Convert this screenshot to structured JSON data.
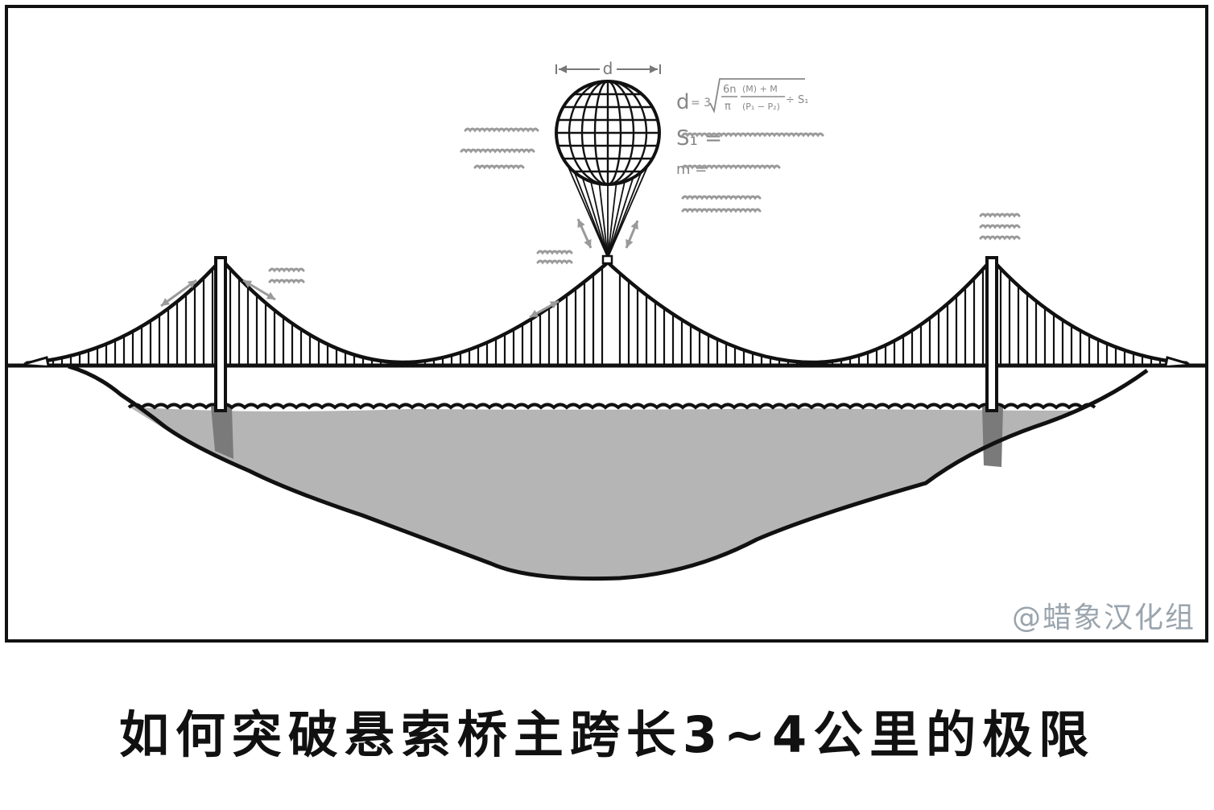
{
  "illustration": {
    "dimension_label": "d",
    "formula": {
      "lhs": "d",
      "prefix": "= 3",
      "numerator": "6n",
      "denominator": "π",
      "fraction_top": "(M) + M",
      "fraction_bottom": "(P₁ − P₂)",
      "suffix": "÷ S₁"
    },
    "s_label": "S₁ =",
    "m_label": "m ="
  },
  "watermark": "@蜡象汉化组",
  "caption": "如何突破悬索桥主跨长3~4公里的极限"
}
